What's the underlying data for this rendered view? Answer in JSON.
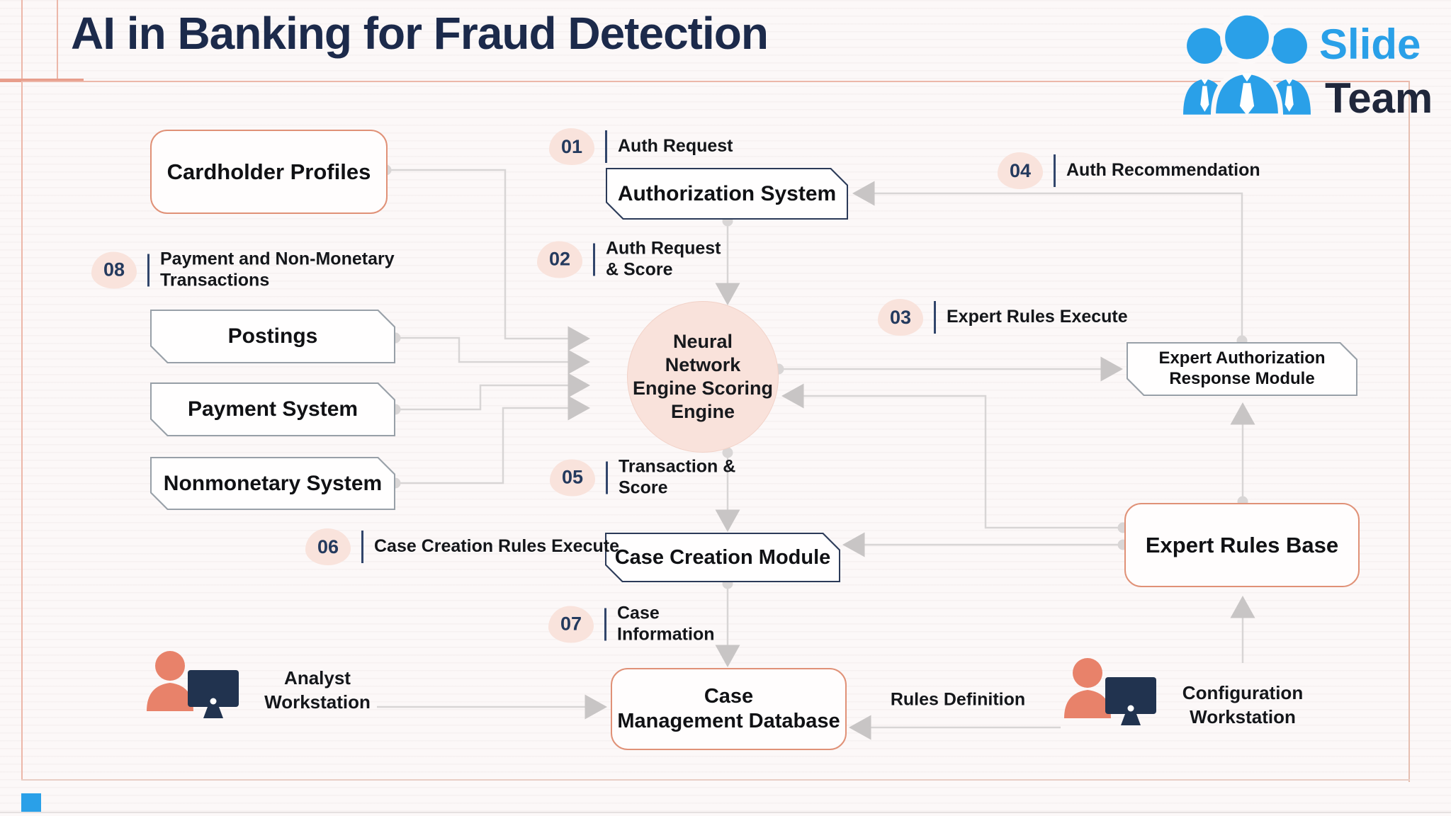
{
  "title": "AI in Banking for Fraud Detection",
  "logo": {
    "line1": "Slide",
    "line2": "Team"
  },
  "nodes": {
    "cardholder_profiles": {
      "label": "Cardholder Profiles"
    },
    "authorization_system": {
      "label": "Authorization System"
    },
    "postings": {
      "label": "Postings"
    },
    "payment_system": {
      "label": "Payment System"
    },
    "nonmonetary_system": {
      "label": "Nonmonetary System"
    },
    "neural_engine": {
      "label": "Neural\nNetwork\nEngine Scoring\nEngine"
    },
    "case_creation_module": {
      "label": "Case Creation Module"
    },
    "expert_auth_response_module": {
      "label": "Expert Authorization\nResponse Module"
    },
    "expert_rules_base": {
      "label": "Expert Rules Base"
    },
    "case_management_database": {
      "label": "Case\nManagement Database"
    }
  },
  "steps": [
    {
      "num": "01",
      "label": "Auth Request"
    },
    {
      "num": "02",
      "label": "Auth Request\n& Score"
    },
    {
      "num": "03",
      "label": "Expert Rules Execute"
    },
    {
      "num": "04",
      "label": "Auth Recommendation"
    },
    {
      "num": "05",
      "label": "Transaction &\nScore"
    },
    {
      "num": "06",
      "label": "Case Creation Rules Execute"
    },
    {
      "num": "07",
      "label": "Case\nInformation"
    },
    {
      "num": "08",
      "label": "Payment and Non-Monetary\nTransactions"
    }
  ],
  "workstations": {
    "analyst": {
      "label": "Analyst\nWorkstation"
    },
    "configuration": {
      "label": "Configuration\nWorkstation"
    }
  },
  "edge_labels": {
    "rules_definition": "Rules Definition"
  },
  "colors": {
    "navy": "#2b3a58",
    "salmon_border": "#e09177",
    "pink_fill": "#f9e2db",
    "connector_gray": "#d8d5d5",
    "logo_blue": "#2aa0e8",
    "person_salmon": "#e8826a",
    "monitor_navy": "#21334f"
  }
}
